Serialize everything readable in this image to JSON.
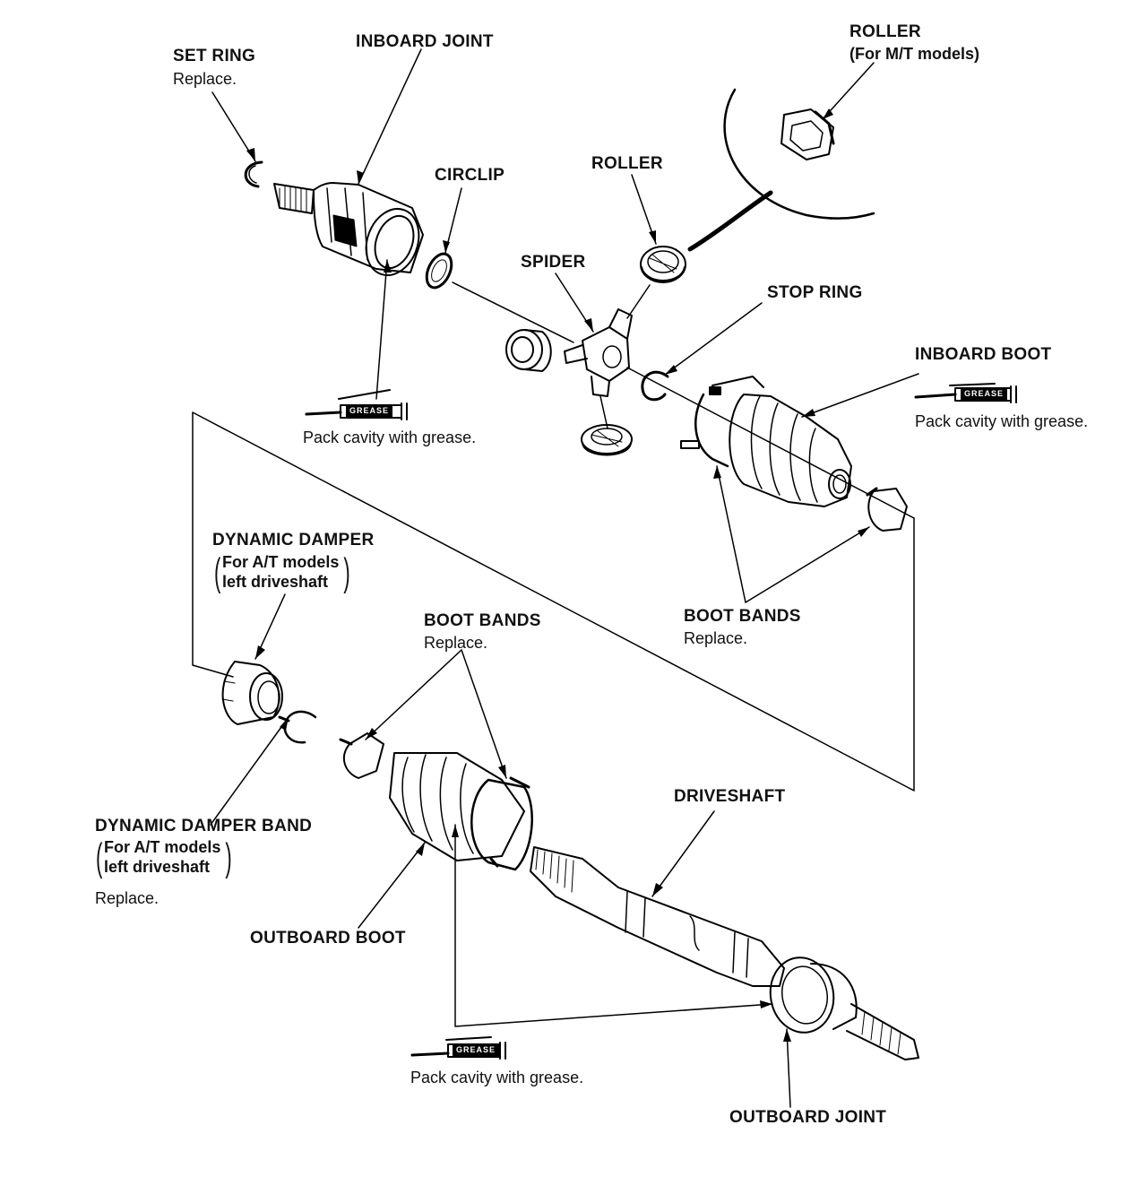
{
  "labels": {
    "set_ring": "SET RING",
    "set_ring_note": "Replace.",
    "inboard_joint": "INBOARD JOINT",
    "roller_mt": "ROLLER",
    "roller_mt_note": "(For M/T models)",
    "circlip": "CIRCLIP",
    "roller": "ROLLER",
    "spider": "SPIDER",
    "stop_ring": "STOP RING",
    "inboard_boot": "INBOARD BOOT",
    "inboard_boot_grease": "Pack cavity with grease.",
    "inboard_joint_grease": "Pack cavity with grease.",
    "dynamic_damper": "DYNAMIC DAMPER",
    "dynamic_damper_note_1": "For A/T models",
    "dynamic_damper_note_2": "left driveshaft",
    "boot_bands_left": "BOOT BANDS",
    "boot_bands_left_note": "Replace.",
    "boot_bands_right": "BOOT BANDS",
    "boot_bands_right_note": "Replace.",
    "driveshaft": "DRIVESHAFT",
    "damper_band": "DYNAMIC DAMPER BAND",
    "damper_band_note_1": "For A/T models",
    "damper_band_note_2": "left driveshaft",
    "damper_band_replace": "Replace.",
    "outboard_boot": "OUTBOARD BOOT",
    "outboard_grease": "Pack cavity with grease.",
    "outboard_joint": "OUTBOARD JOINT"
  },
  "grease_tags": {
    "inboard_joint": "GREASE",
    "inboard_boot": "GREASE",
    "outboard": "GREASE"
  }
}
